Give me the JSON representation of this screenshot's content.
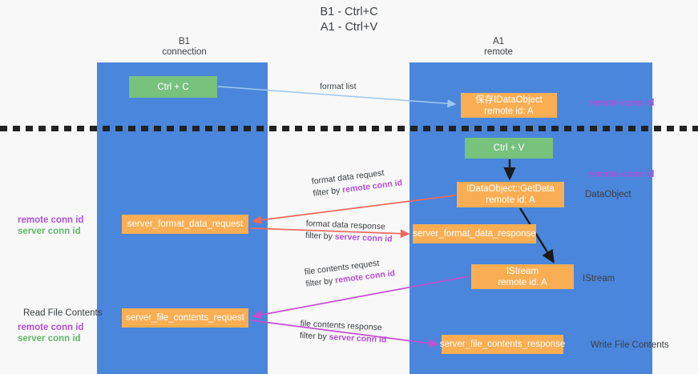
{
  "title": "B1 - Ctrl+C\nA1 - Ctrl+V",
  "columns": {
    "left": {
      "name": "B1",
      "role": "connection",
      "label": "B1\nconnection"
    },
    "right": {
      "name": "A1",
      "role": "remote",
      "label": "A1\nremote"
    }
  },
  "nodes": {
    "ctrl_c": {
      "label": "Ctrl + C",
      "color": "#77c27d",
      "lane": "B1"
    },
    "idataobject": {
      "label": "保存IDataObject\nremote id: A",
      "color": "#f9ae54",
      "lane": "A1"
    },
    "ctrl_v": {
      "label": "Ctrl + V",
      "color": "#77c27d",
      "lane": "A1"
    },
    "getdata": {
      "label": "IDataObject::GetData\nremote id: A",
      "color": "#f9ae54",
      "lane": "A1"
    },
    "server_format_data_request": {
      "label": "server_format_data_request",
      "color": "#f9ae54",
      "lane": "B1"
    },
    "server_format_data_response": {
      "label": "server_format_data_response",
      "color": "#f9ae54",
      "lane": "A1"
    },
    "istream": {
      "label": "IStream\nremote id: A",
      "color": "#f9ae54",
      "lane": "A1"
    },
    "server_file_contents_request": {
      "label": "server_file_contents_request",
      "color": "#f9ae54",
      "lane": "B1"
    },
    "server_file_contents_response": {
      "label": "server_file_contents_response",
      "color": "#f9ae54",
      "lane": "A1"
    }
  },
  "edges": {
    "format_list": {
      "label": "format list",
      "color": "#9ec8ee"
    },
    "format_data_request": {
      "line1": "format data request",
      "line2_prefix": "filter by ",
      "line2_key": "remote conn id",
      "color": "#f0695a"
    },
    "format_data_response": {
      "line1": "format data response",
      "line2_prefix": "filter by ",
      "line2_key": "server conn id",
      "color": "#f0695a"
    },
    "file_contents_request": {
      "line1": "file contents request",
      "line2_prefix": "filter by ",
      "line2_key": "remote conn id",
      "color": "#c34fd0"
    },
    "file_contents_response": {
      "line1": "file contents response",
      "line2_prefix": "filter by ",
      "line2_key": "server conn id",
      "color": "#c34fd0"
    }
  },
  "side_labels": {
    "remote_conn_id_top": "remote conn id",
    "remote_conn_id_mid": "remote conn id",
    "dataobject": "DataObject",
    "istream": "IStream",
    "write_file_contents": "Write File Contents",
    "read_file_contents": "Read File Contents",
    "remote_conn_id": "remote conn id",
    "server_conn_id": "server conn id"
  },
  "colors": {
    "lane": "#4a86db",
    "node_green": "#77c27d",
    "node_orange": "#f9ae54",
    "purple": "#b14fd8",
    "green_text": "#60b86a",
    "red_arrow": "#f0695a",
    "magenta_arrow": "#c34fd0",
    "blue_arrow": "#9ec8ee",
    "black_arrow": "#1a1a1a",
    "background": "#f8f8f8",
    "text": "#3c4043"
  }
}
